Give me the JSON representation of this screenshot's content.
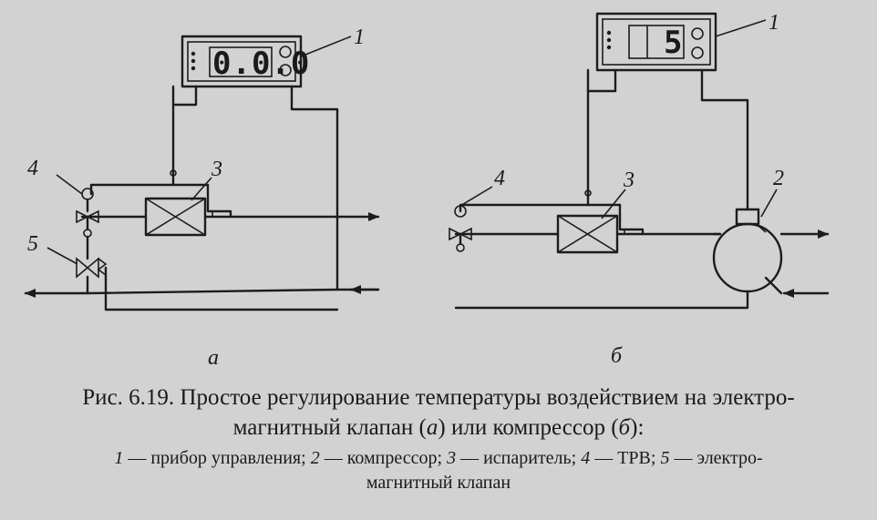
{
  "diagram": {
    "panel_a": {
      "sublabel": "а",
      "display_digits": "0.0.0",
      "labels": {
        "controller": "1",
        "evaporator": "3",
        "trv": "4",
        "solenoid": "5"
      }
    },
    "panel_b": {
      "sublabel": "б",
      "display_digits": "5",
      "labels": {
        "controller": "1",
        "compressor": "2",
        "evaporator": "3",
        "trv": "4"
      }
    }
  },
  "caption": {
    "prefix": "Рис. 6.19.",
    "title_line1": "Простое регулирование температуры воздействием на электро-",
    "title_line2a": "магнитный клапан (",
    "title_line2b": "а",
    "title_line2c": ") или компрессор (",
    "title_line2d": "б",
    "title_line2e": "):",
    "legend": [
      {
        "num": "1",
        "text": " — прибор управления; "
      },
      {
        "num": "2",
        "text": " — компрессор; "
      },
      {
        "num": "3",
        "text": " — испаритель; "
      },
      {
        "num": "4",
        "text": " — ТРВ; "
      },
      {
        "num": "5",
        "text": " — электро-"
      }
    ],
    "legend_line2": "магнитный клапан"
  }
}
